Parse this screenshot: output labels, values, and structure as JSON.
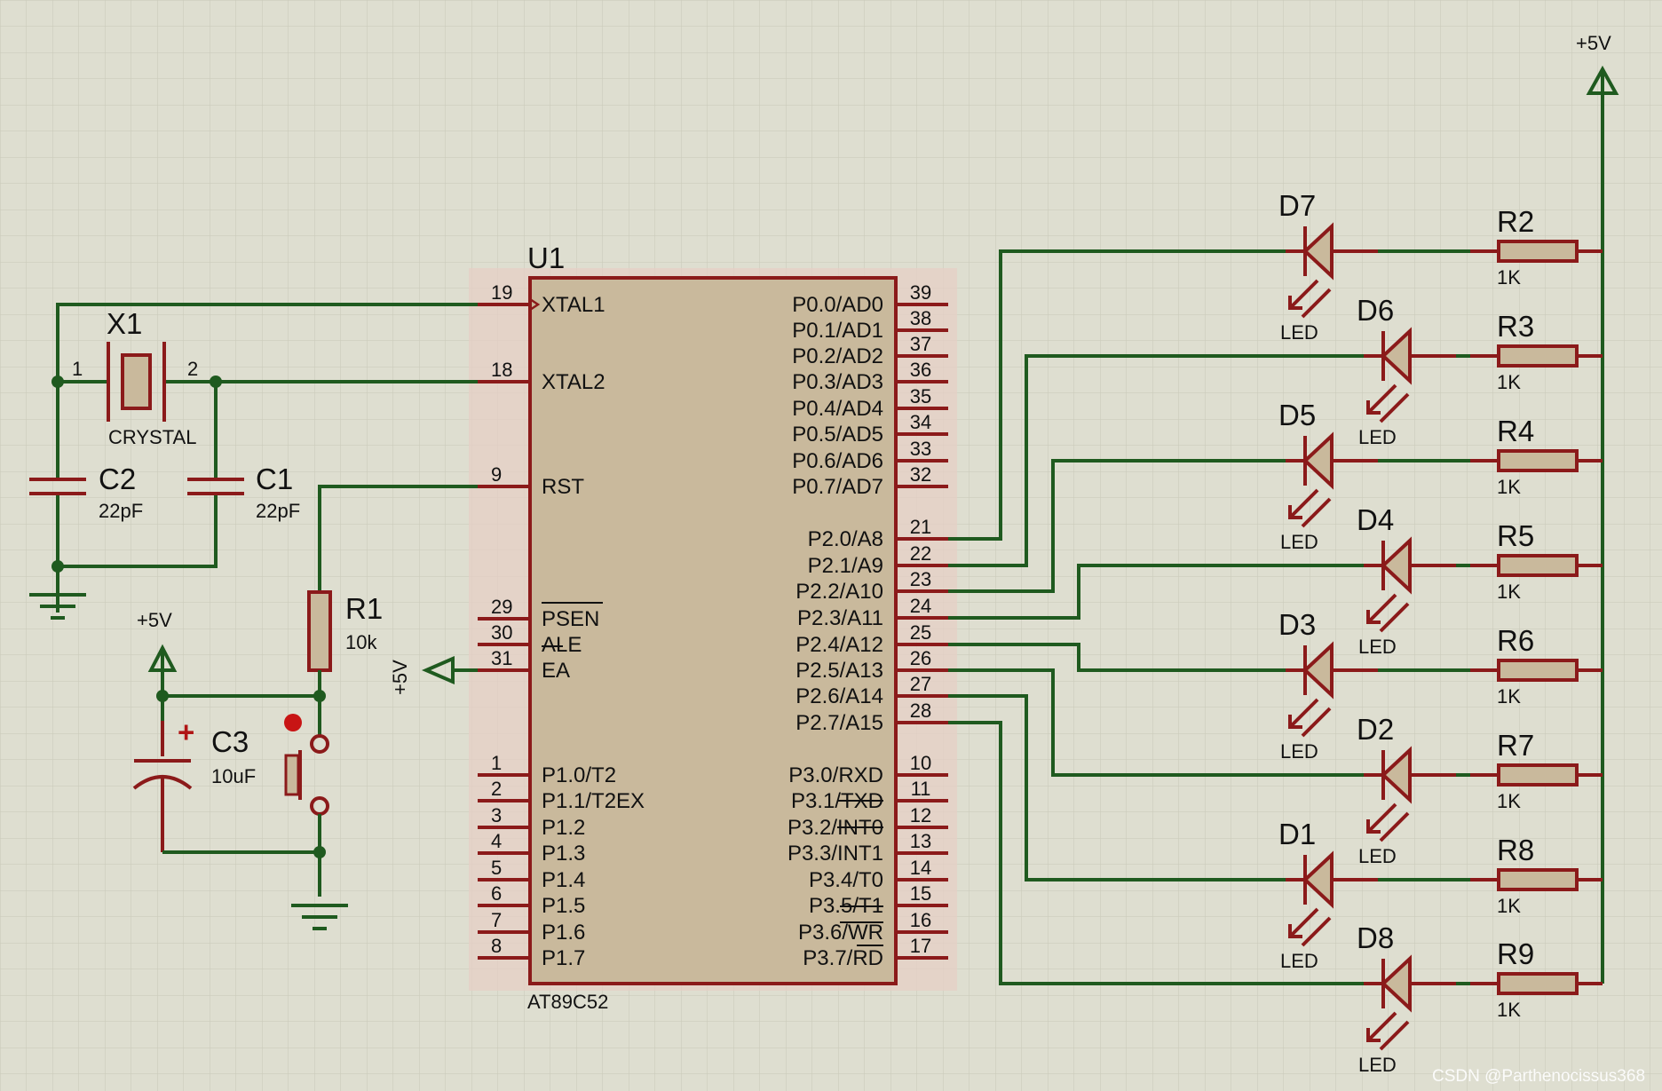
{
  "mcu": {
    "ref": "U1",
    "part": "AT89C52",
    "left_pins": [
      {
        "num": "19",
        "name": "XTAL1"
      },
      {
        "num": "18",
        "name": "XTAL2"
      },
      {
        "num": "9",
        "name": "RST"
      },
      {
        "num": "29",
        "name": "PSEN"
      },
      {
        "num": "30",
        "name": "ALE"
      },
      {
        "num": "31",
        "name": "EA"
      },
      {
        "num": "1",
        "name": "P1.0/T2"
      },
      {
        "num": "2",
        "name": "P1.1/T2EX"
      },
      {
        "num": "3",
        "name": "P1.2"
      },
      {
        "num": "4",
        "name": "P1.3"
      },
      {
        "num": "5",
        "name": "P1.4"
      },
      {
        "num": "6",
        "name": "P1.5"
      },
      {
        "num": "7",
        "name": "P1.6"
      },
      {
        "num": "8",
        "name": "P1.7"
      }
    ],
    "right_pins": [
      {
        "num": "39",
        "name": "P0.0/AD0"
      },
      {
        "num": "38",
        "name": "P0.1/AD1"
      },
      {
        "num": "37",
        "name": "P0.2/AD2"
      },
      {
        "num": "36",
        "name": "P0.3/AD3"
      },
      {
        "num": "35",
        "name": "P0.4/AD4"
      },
      {
        "num": "34",
        "name": "P0.5/AD5"
      },
      {
        "num": "33",
        "name": "P0.6/AD6"
      },
      {
        "num": "32",
        "name": "P0.7/AD7"
      },
      {
        "num": "21",
        "name": "P2.0/A8"
      },
      {
        "num": "22",
        "name": "P2.1/A9"
      },
      {
        "num": "23",
        "name": "P2.2/A10"
      },
      {
        "num": "24",
        "name": "P2.3/A11"
      },
      {
        "num": "25",
        "name": "P2.4/A12"
      },
      {
        "num": "26",
        "name": "P2.5/A13"
      },
      {
        "num": "27",
        "name": "P2.6/A14"
      },
      {
        "num": "28",
        "name": "P2.7/A15"
      },
      {
        "num": "10",
        "name": "P3.0/RXD"
      },
      {
        "num": "11",
        "name": "P3.1/TXD"
      },
      {
        "num": "12",
        "name": "P3.2/INT0"
      },
      {
        "num": "13",
        "name": "P3.3/INT1"
      },
      {
        "num": "14",
        "name": "P3.4/T0"
      },
      {
        "num": "15",
        "name": "P3.5/T1"
      },
      {
        "num": "16",
        "name": "P3.6/WR"
      },
      {
        "num": "17",
        "name": "P3.7/RD"
      }
    ]
  },
  "crystal": {
    "ref": "X1",
    "value": "CRYSTAL",
    "pin1": "1",
    "pin2": "2"
  },
  "c1": {
    "ref": "C1",
    "value": "22pF"
  },
  "c2": {
    "ref": "C2",
    "value": "22pF"
  },
  "c3": {
    "ref": "C3",
    "value": "10uF",
    "polarity": "+"
  },
  "r1": {
    "ref": "R1",
    "value": "10k"
  },
  "power_label": "+5V",
  "leds": [
    {
      "ref": "D7",
      "value": "LED"
    },
    {
      "ref": "D6",
      "value": "LED"
    },
    {
      "ref": "D5",
      "value": "LED"
    },
    {
      "ref": "D4",
      "value": "LED"
    },
    {
      "ref": "D3",
      "value": "LED"
    },
    {
      "ref": "D2",
      "value": "LED"
    },
    {
      "ref": "D1",
      "value": "LED"
    },
    {
      "ref": "D8",
      "value": "LED"
    }
  ],
  "resistors": [
    {
      "ref": "R2",
      "value": "1K"
    },
    {
      "ref": "R3",
      "value": "1K"
    },
    {
      "ref": "R4",
      "value": "1K"
    },
    {
      "ref": "R5",
      "value": "1K"
    },
    {
      "ref": "R6",
      "value": "1K"
    },
    {
      "ref": "R7",
      "value": "1K"
    },
    {
      "ref": "R8",
      "value": "1K"
    },
    {
      "ref": "R9",
      "value": "1K"
    }
  ],
  "watermark": "CSDN @Parthenocissus368"
}
